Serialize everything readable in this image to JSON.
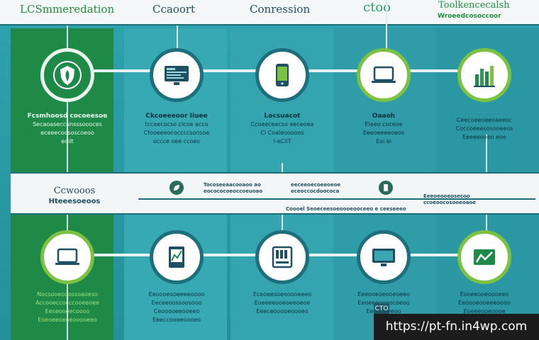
{
  "header": {
    "titles": [
      "LCSmmeredation",
      "Ccaoort",
      "Conression",
      "ctoo",
      "Toolkencecalsh"
    ],
    "subtitle": "Wroeedcosoccoor"
  },
  "row1": [
    {
      "icon": "shield-leaf-icon",
      "title": "Fcsmhoosd cocoeesoe",
      "lines": [
        "Secaoaseccunsssoooces",
        "eceeecoososcoeoo",
        "eoiit"
      ]
    },
    {
      "icon": "monitor-dashboard-icon",
      "title": "Ckcoeeeoor Iiuee",
      "lines": [
        "tcceecocso cicoe acco",
        "Cfooeeeococcccsonsoe",
        "occce oee ccoeo"
      ]
    },
    {
      "icon": "mobile-device-icon",
      "title": "Locsuacot",
      "lines": [
        "Ccoeeceecso eeceoea",
        "Cl Coaleooooos",
        "I-eCiiT"
      ]
    },
    {
      "icon": "laptop-icon",
      "title": "Oaaoh",
      "lines": [
        "Eleeo coceoe",
        "Eeeoeeeeoeos",
        "Eoi.ei"
      ]
    },
    {
      "icon": "factory-chart-icon",
      "title": "",
      "lines": [
        "Ceecoeeoeeoaeeoc",
        "Coccoeeesosooeeos",
        "Eeeeeooeo eoe"
      ]
    }
  ],
  "band": {
    "title": "Ccwooos",
    "subtitle": "Hteeesoeoos",
    "blocks": [
      {
        "lines": [
          "Tocoseeaacooaoo ao",
          "eocococoeoccoeuoao"
        ]
      },
      {
        "lines": [
          "eeceeoecoeeoeoe",
          "eceoccocdoococa"
        ]
      },
      {
        "lines": [
          "Eeeoeooeosecoo",
          "ccoeoocosooeoaoe"
        ]
      }
    ],
    "footer": "Coooel Seoeceesoeoooeooceeo e ceeseeeo"
  },
  "row2": [
    {
      "icon": "laptop-icon",
      "lines": [
        "Nocsooeooossoaoeso",
        "Accooeccocccooeeoee",
        "Eeseoooecoooo",
        "Eoeoeeoeoeooooeeo"
      ]
    },
    {
      "icon": "tablet-chart-icon",
      "lines": [
        "Eeoooeooeeeeoooo",
        "Eeceeoossoosooo",
        "Ceooooeeooeeo",
        "Eeeccooeeoooeo"
      ]
    },
    {
      "icon": "server-rack-icon",
      "lines": [
        "Eceoeesoeooooeeeo",
        "Eoeeeeooeoeeoeoe",
        "Eeeceooooeoooeo"
      ]
    },
    {
      "icon": "monitor-chart-icon",
      "lines": [
        "Eeeooeoeooeoeeo",
        "Eeoeeeoooocoeoo",
        "Eeeooeeeoo"
      ]
    },
    {
      "icon": "tools-chart-icon",
      "lines": [
        "Eooeeooeoooeeo",
        "Eeoooeooeeeoooo",
        "Eoeeeooeoooe"
      ]
    }
  ],
  "chip": "CTO",
  "watermark": "https://pt-fn.in4wp.com",
  "colors": {
    "teal": "#2ea3ae",
    "green": "#1f8a48",
    "lime": "#7cc242",
    "dark": "#1c6f7a"
  }
}
